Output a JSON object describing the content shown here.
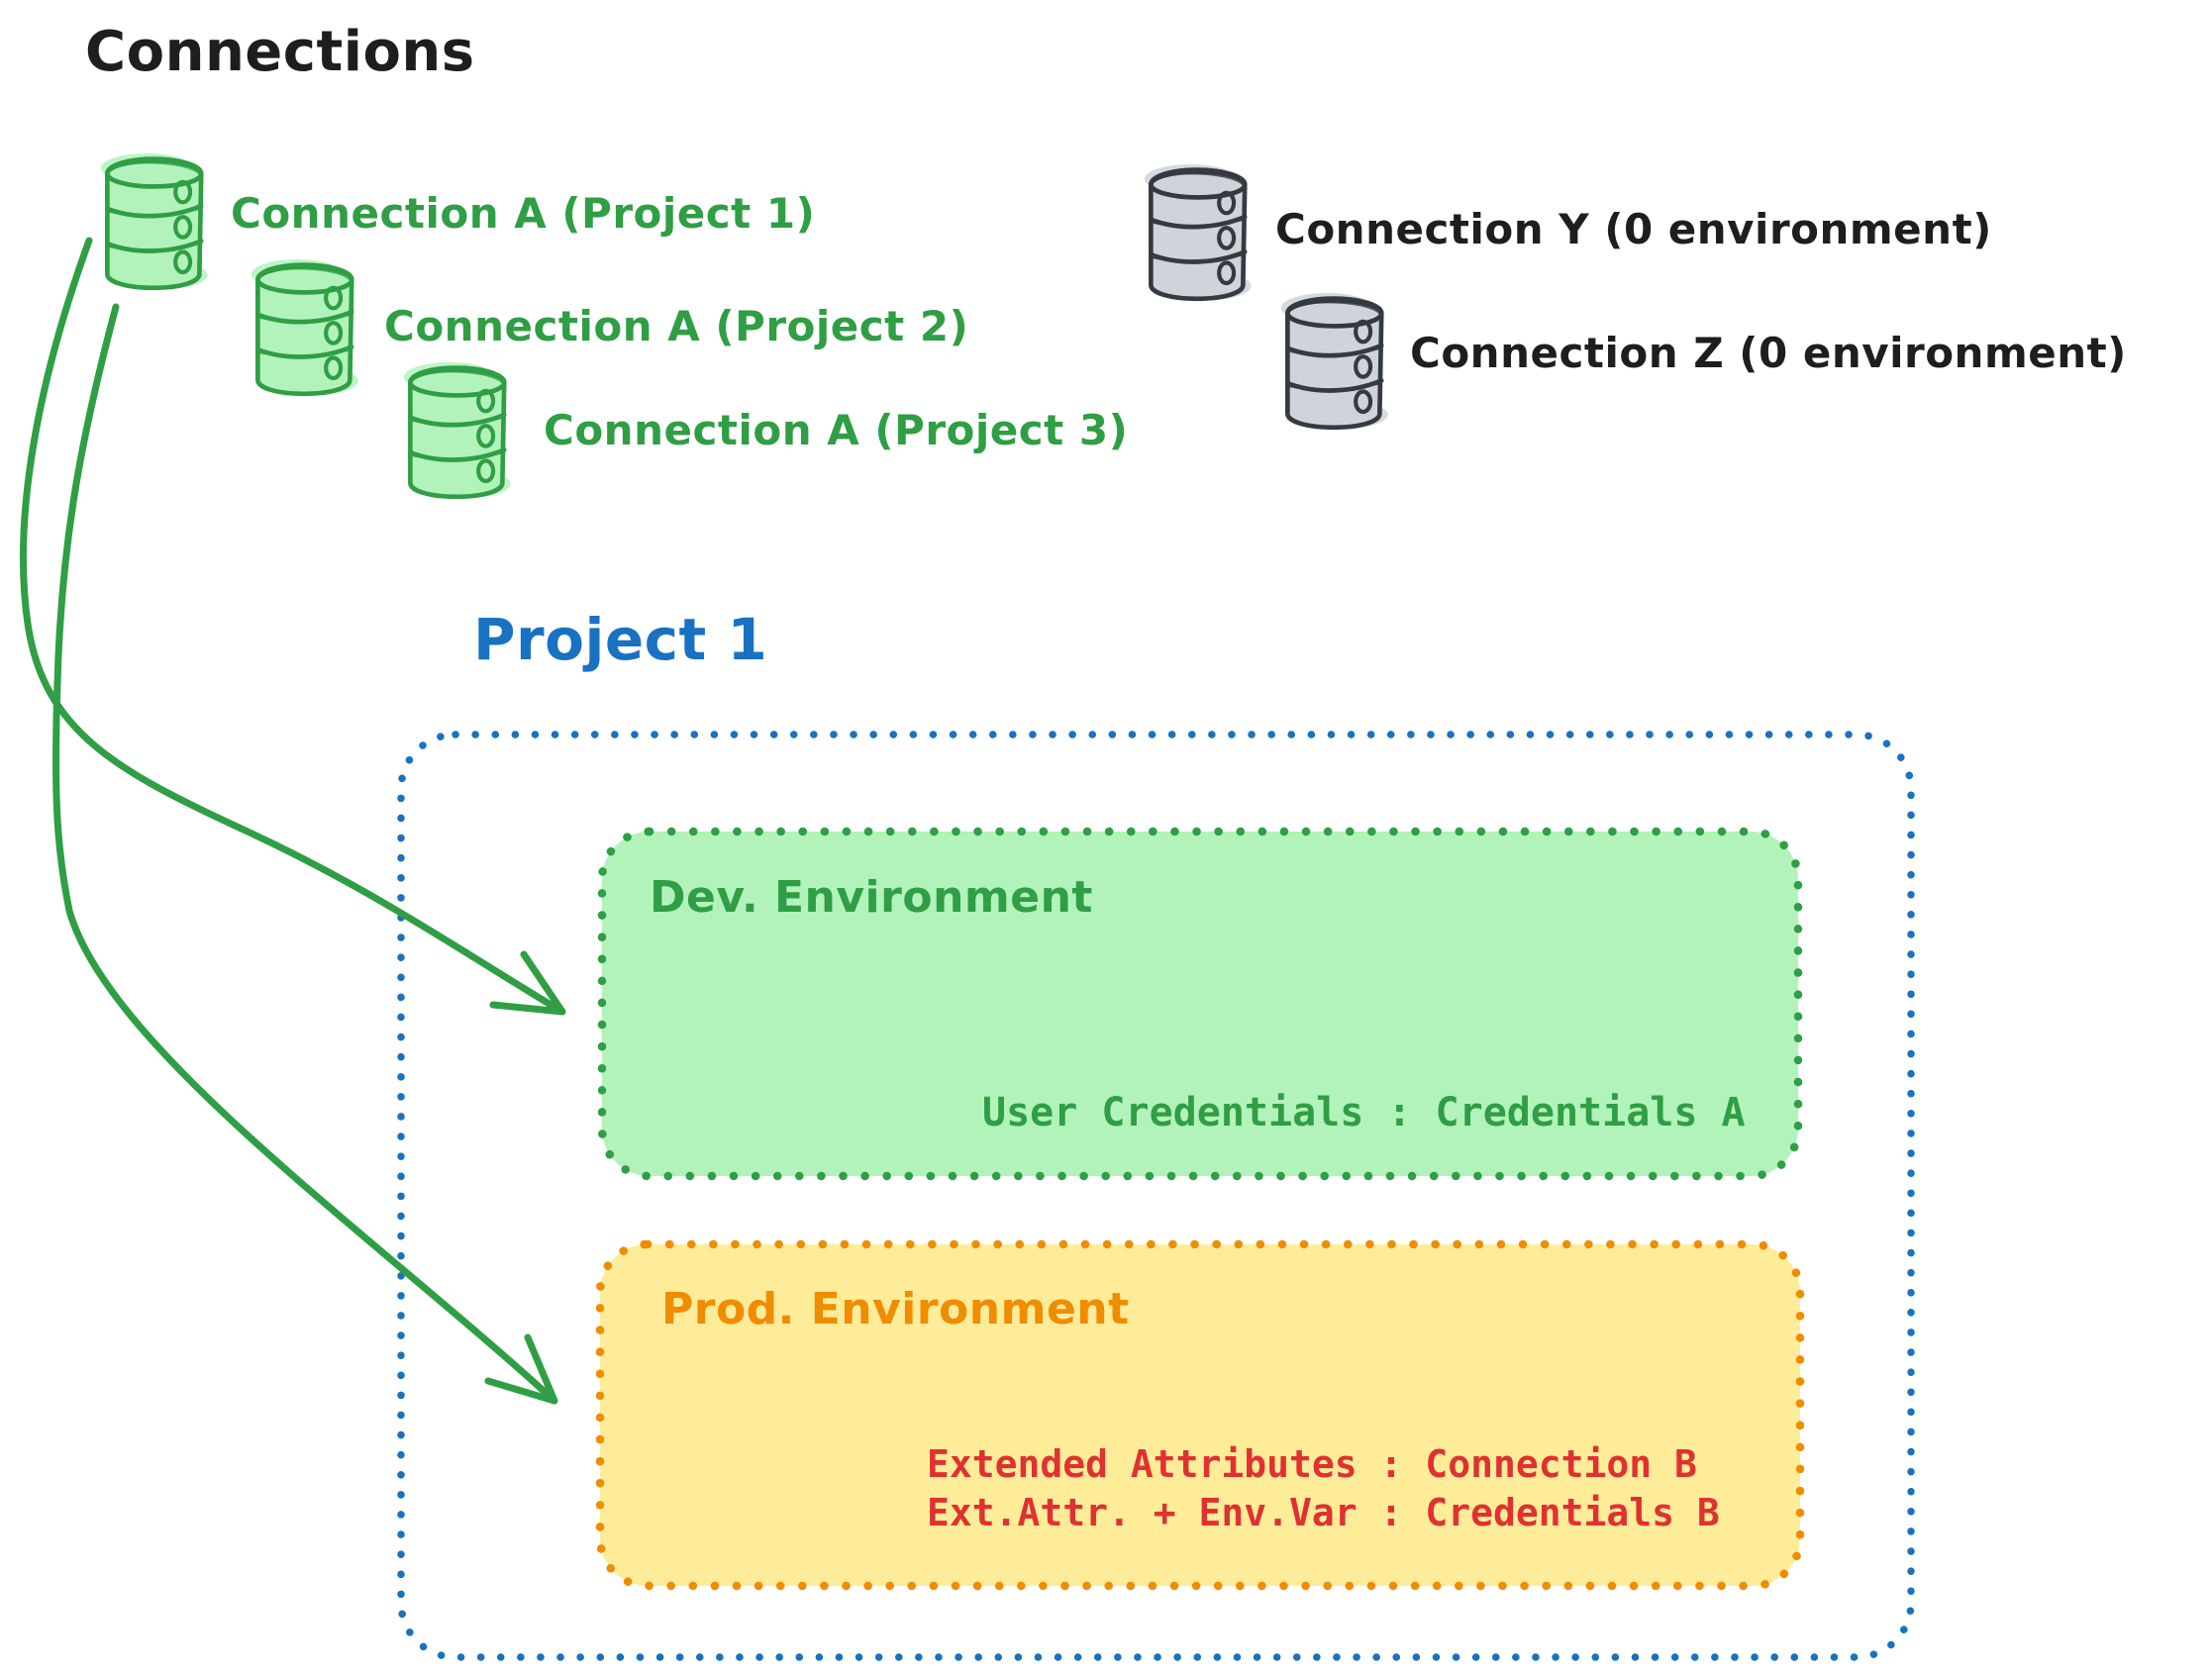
{
  "title": "Connections",
  "connections": {
    "green": [
      {
        "label": "Connection A (Project 1)"
      },
      {
        "label": "Connection A (Project 2)"
      },
      {
        "label": "Connection A (Project 3)"
      }
    ],
    "gray": [
      {
        "label": "Connection Y (0 environment)"
      },
      {
        "label": "Connection Z (0 environment)"
      }
    ]
  },
  "project": {
    "title": "Project 1",
    "environments": {
      "dev": {
        "title": "Dev. Environment",
        "credentials": "User Credentials : Credentials A"
      },
      "prod": {
        "title": "Prod. Environment",
        "lines": [
          "Extended Attributes : Connection B",
          "Ext.Attr. + Env.Var : Credentials B"
        ]
      }
    }
  },
  "colors": {
    "green_stroke": "#2f9e44",
    "green_fill": "#b2f2bb",
    "blue": "#1971c2",
    "orange": "#f08c00",
    "yellow_fill": "#ffec99",
    "red": "#e03131",
    "black": "#1e1e1e",
    "gray_stroke": "#343a40",
    "gray_fill": "#ced4da"
  }
}
